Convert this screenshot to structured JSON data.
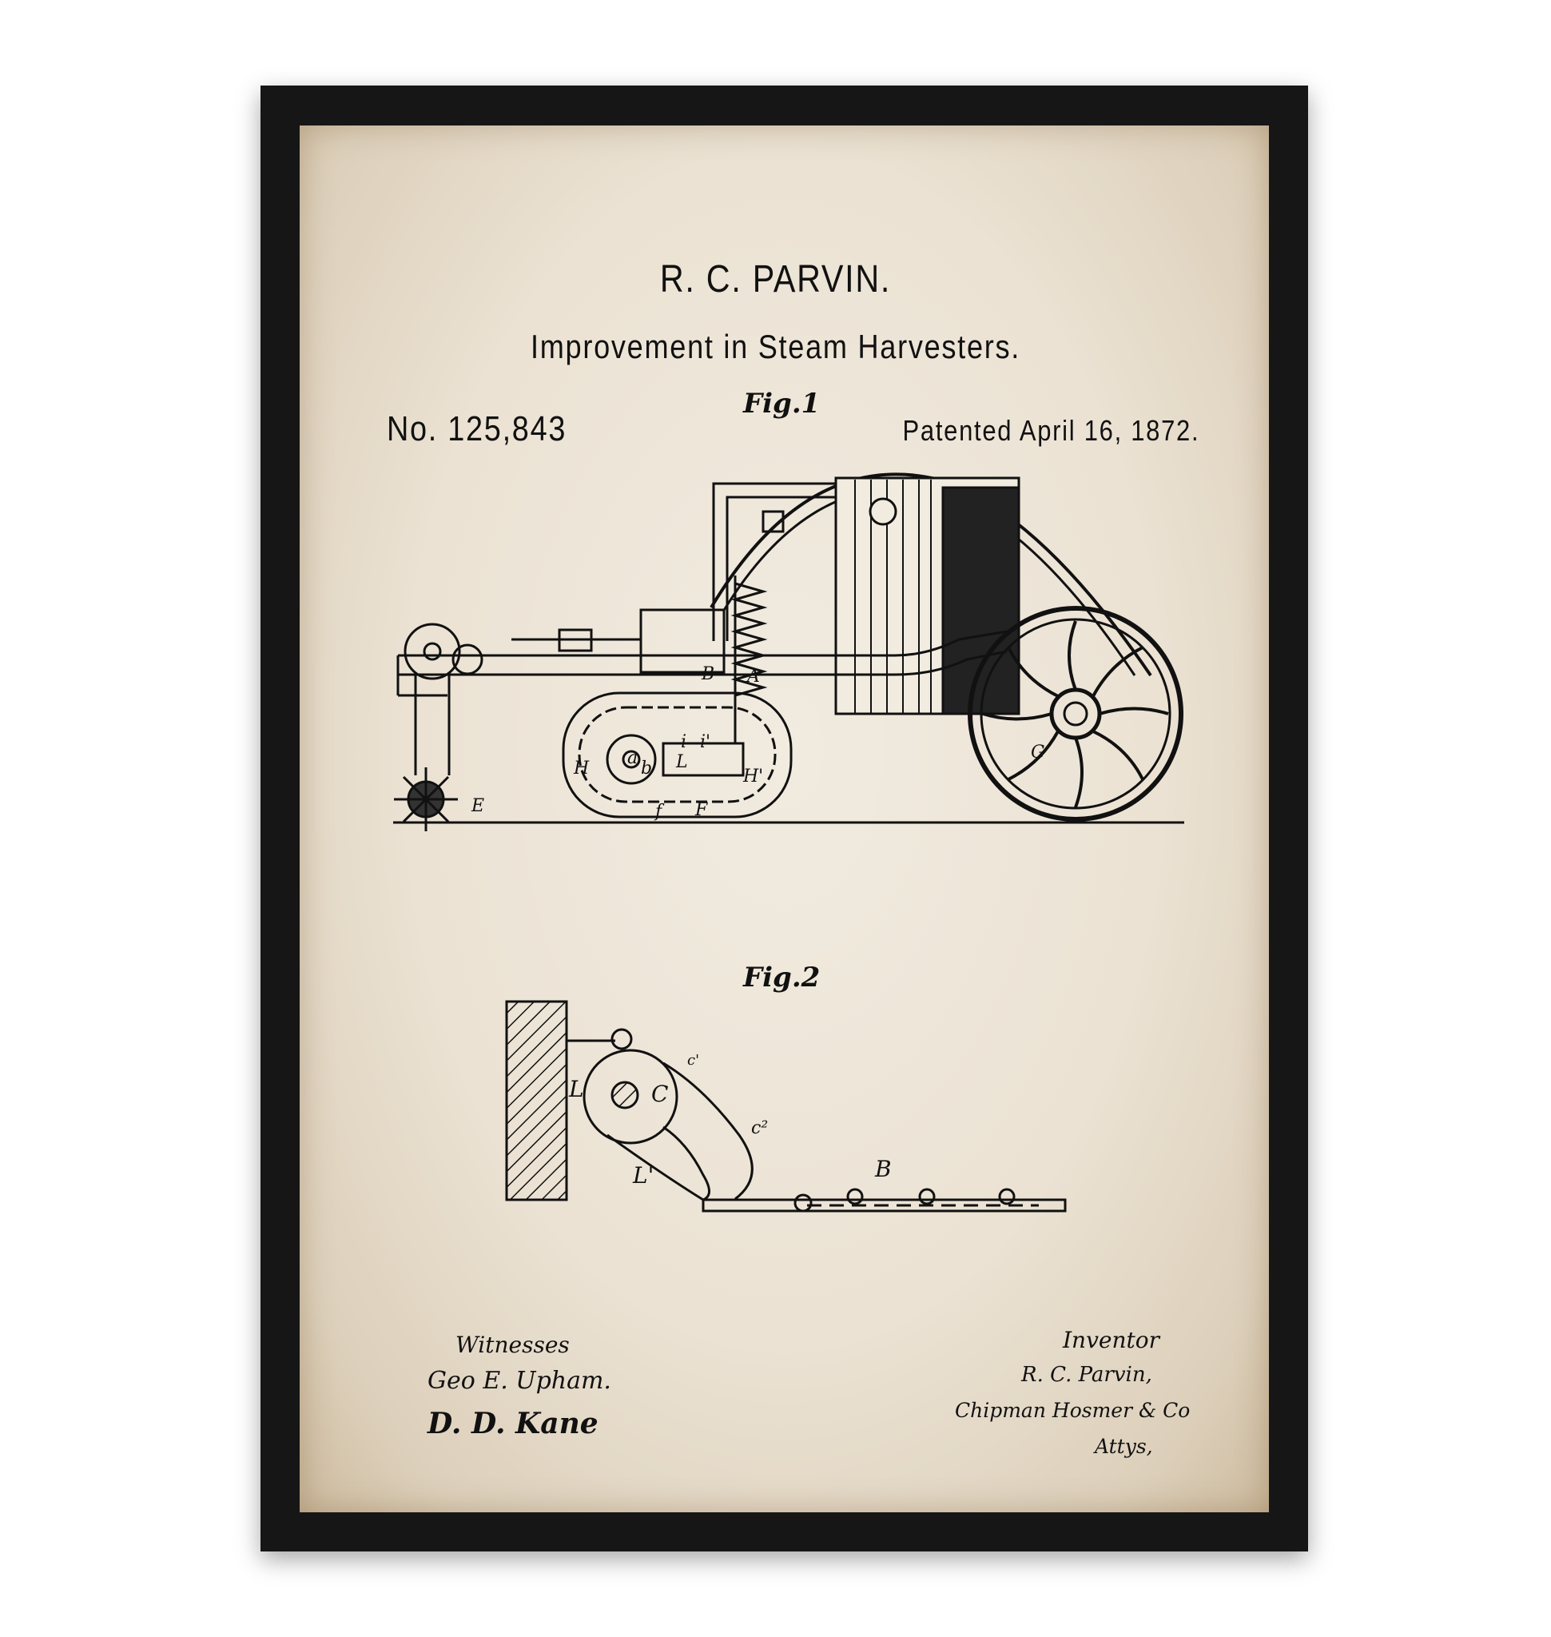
{
  "header": {
    "inventor": "R. C. PARVIN.",
    "title": "Improvement in Steam Harvesters.",
    "patent_number": "No. 125,843",
    "date": "Patented April 16, 1872."
  },
  "figures": {
    "fig1": "Fig.1",
    "fig2": "Fig.2",
    "fig1_labels": [
      "A",
      "B",
      "E",
      "F",
      "G",
      "H",
      "H'",
      "a",
      "b",
      "L",
      "i",
      "i'",
      "f"
    ],
    "fig2_labels": [
      "L",
      "C",
      "c'",
      "c²",
      "L'",
      "B"
    ]
  },
  "signatures": {
    "witnesses_label": "Witnesses",
    "witness_1": "Geo E. Upham.",
    "witness_2": "D. D. Kane",
    "inventor_label": "Inventor",
    "inventor_name": "R. C. Parvin,",
    "attorneys": "Chipman Hosmer & Co",
    "attorneys_suffix": "Attys,"
  },
  "colors": {
    "frame": "#161616",
    "paper": "#ebe2d3",
    "ink": "#111111"
  }
}
